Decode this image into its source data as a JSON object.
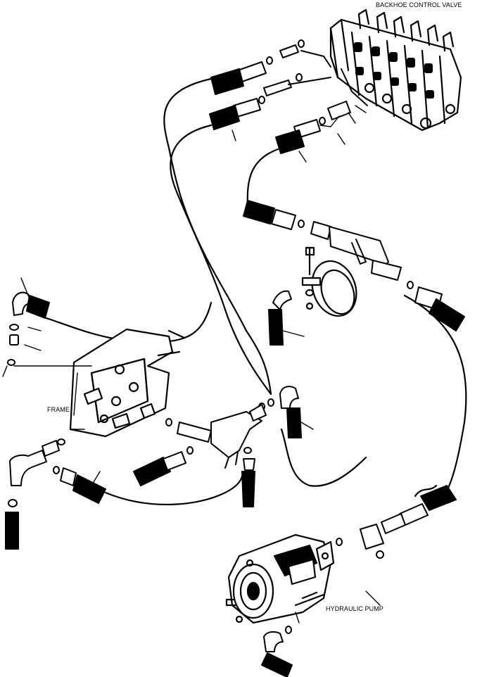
{
  "labels": {
    "backhoe_control_valve": "BACKHOE CONTROL VALVE",
    "frame": "FRAME",
    "hydraulic_pump": "HYDRAULIC PUMP"
  },
  "colors": {
    "ink": "#000000",
    "paper": "#ffffff"
  }
}
